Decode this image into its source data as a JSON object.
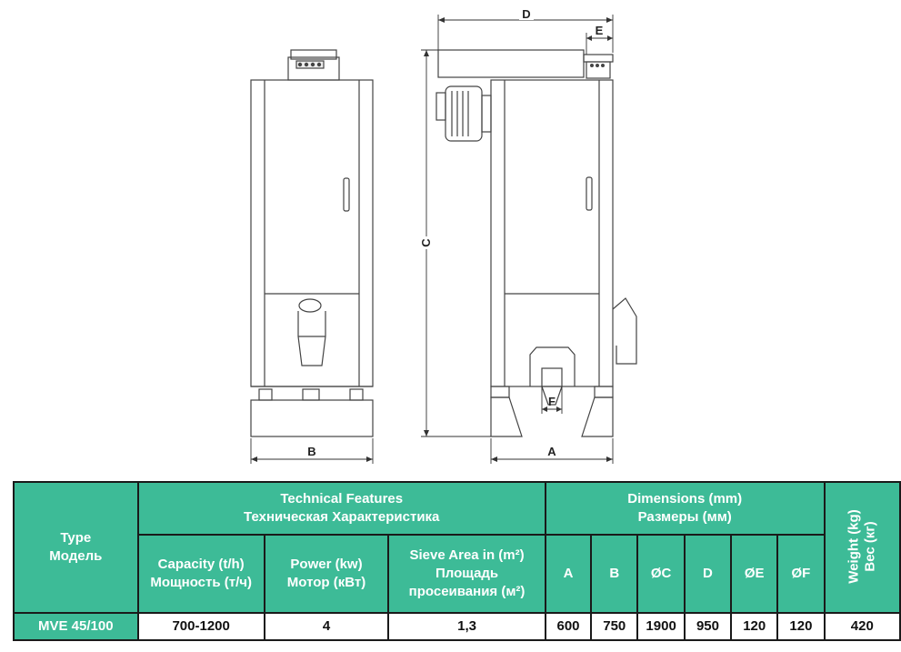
{
  "drawing": {
    "dims": {
      "a": "A",
      "b": "B",
      "c": "C",
      "d": "D",
      "e": "E",
      "f": "F"
    }
  },
  "table": {
    "type_header": [
      "Type",
      "Модель"
    ],
    "tech_header": [
      "Technical Features",
      "Техническая Характеристика"
    ],
    "dims_header": [
      "Dimensions (mm)",
      "Размеры (мм)"
    ],
    "weight_header": [
      "Weight (kg)",
      "Вес (кг)"
    ],
    "capacity_header": [
      "Capacity (t/h)",
      "Мощность (т/ч)"
    ],
    "power_header": [
      "Power (kw)",
      "Мотор (кВт)"
    ],
    "sieve_header": [
      "Sieve Area in (m²)",
      "Площадь",
      "просеивания (м²)"
    ],
    "dim_cols": [
      "A",
      "B",
      "ØC",
      "D",
      "ØE",
      "ØF"
    ],
    "row": {
      "type": "MVE 45/100",
      "capacity": "700-1200",
      "power": "4",
      "sieve": "1,3",
      "dims": [
        "600",
        "750",
        "1900",
        "950",
        "120",
        "120"
      ],
      "weight": "420"
    }
  }
}
